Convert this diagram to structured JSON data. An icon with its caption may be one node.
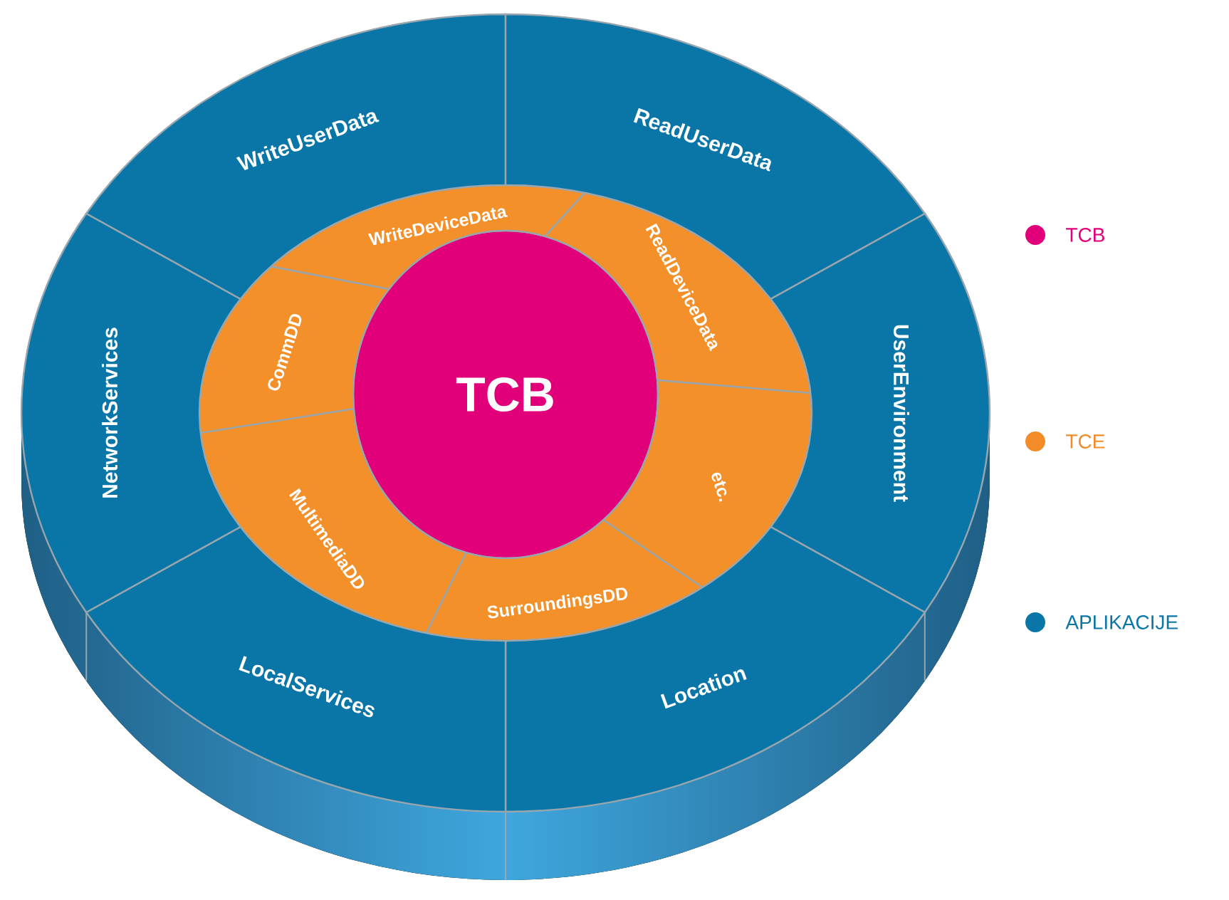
{
  "diagram": {
    "nodes": [
      {
        "text": [
          "TCB"
        ]
      },
      {
        "text": [
          "WriteDeviceData"
        ]
      },
      {
        "text": [
          "ReadDeviceData"
        ]
      },
      {
        "text": [
          "etc."
        ]
      },
      {
        "text": [
          "SurroundingsDD"
        ]
      },
      {
        "text": [
          "MultimediaDD"
        ]
      },
      {
        "text": [
          "CommDD"
        ]
      },
      {
        "text": [
          "WriteUserData"
        ]
      },
      {
        "text": [
          "ReadUserData"
        ]
      },
      {
        "text": [
          "UserEnvironment"
        ]
      },
      {
        "text": [
          "Location"
        ]
      },
      {
        "text": [
          "LocalServices"
        ]
      },
      {
        "text": [
          "NetworkServices"
        ]
      }
    ],
    "legend": [
      {
        "text": "TCB",
        "color": "#e2007a"
      },
      {
        "text": "TCE",
        "color": "#f28c28"
      },
      {
        "text": "APLIKACIJE",
        "color": "#0a76a8"
      }
    ]
  }
}
